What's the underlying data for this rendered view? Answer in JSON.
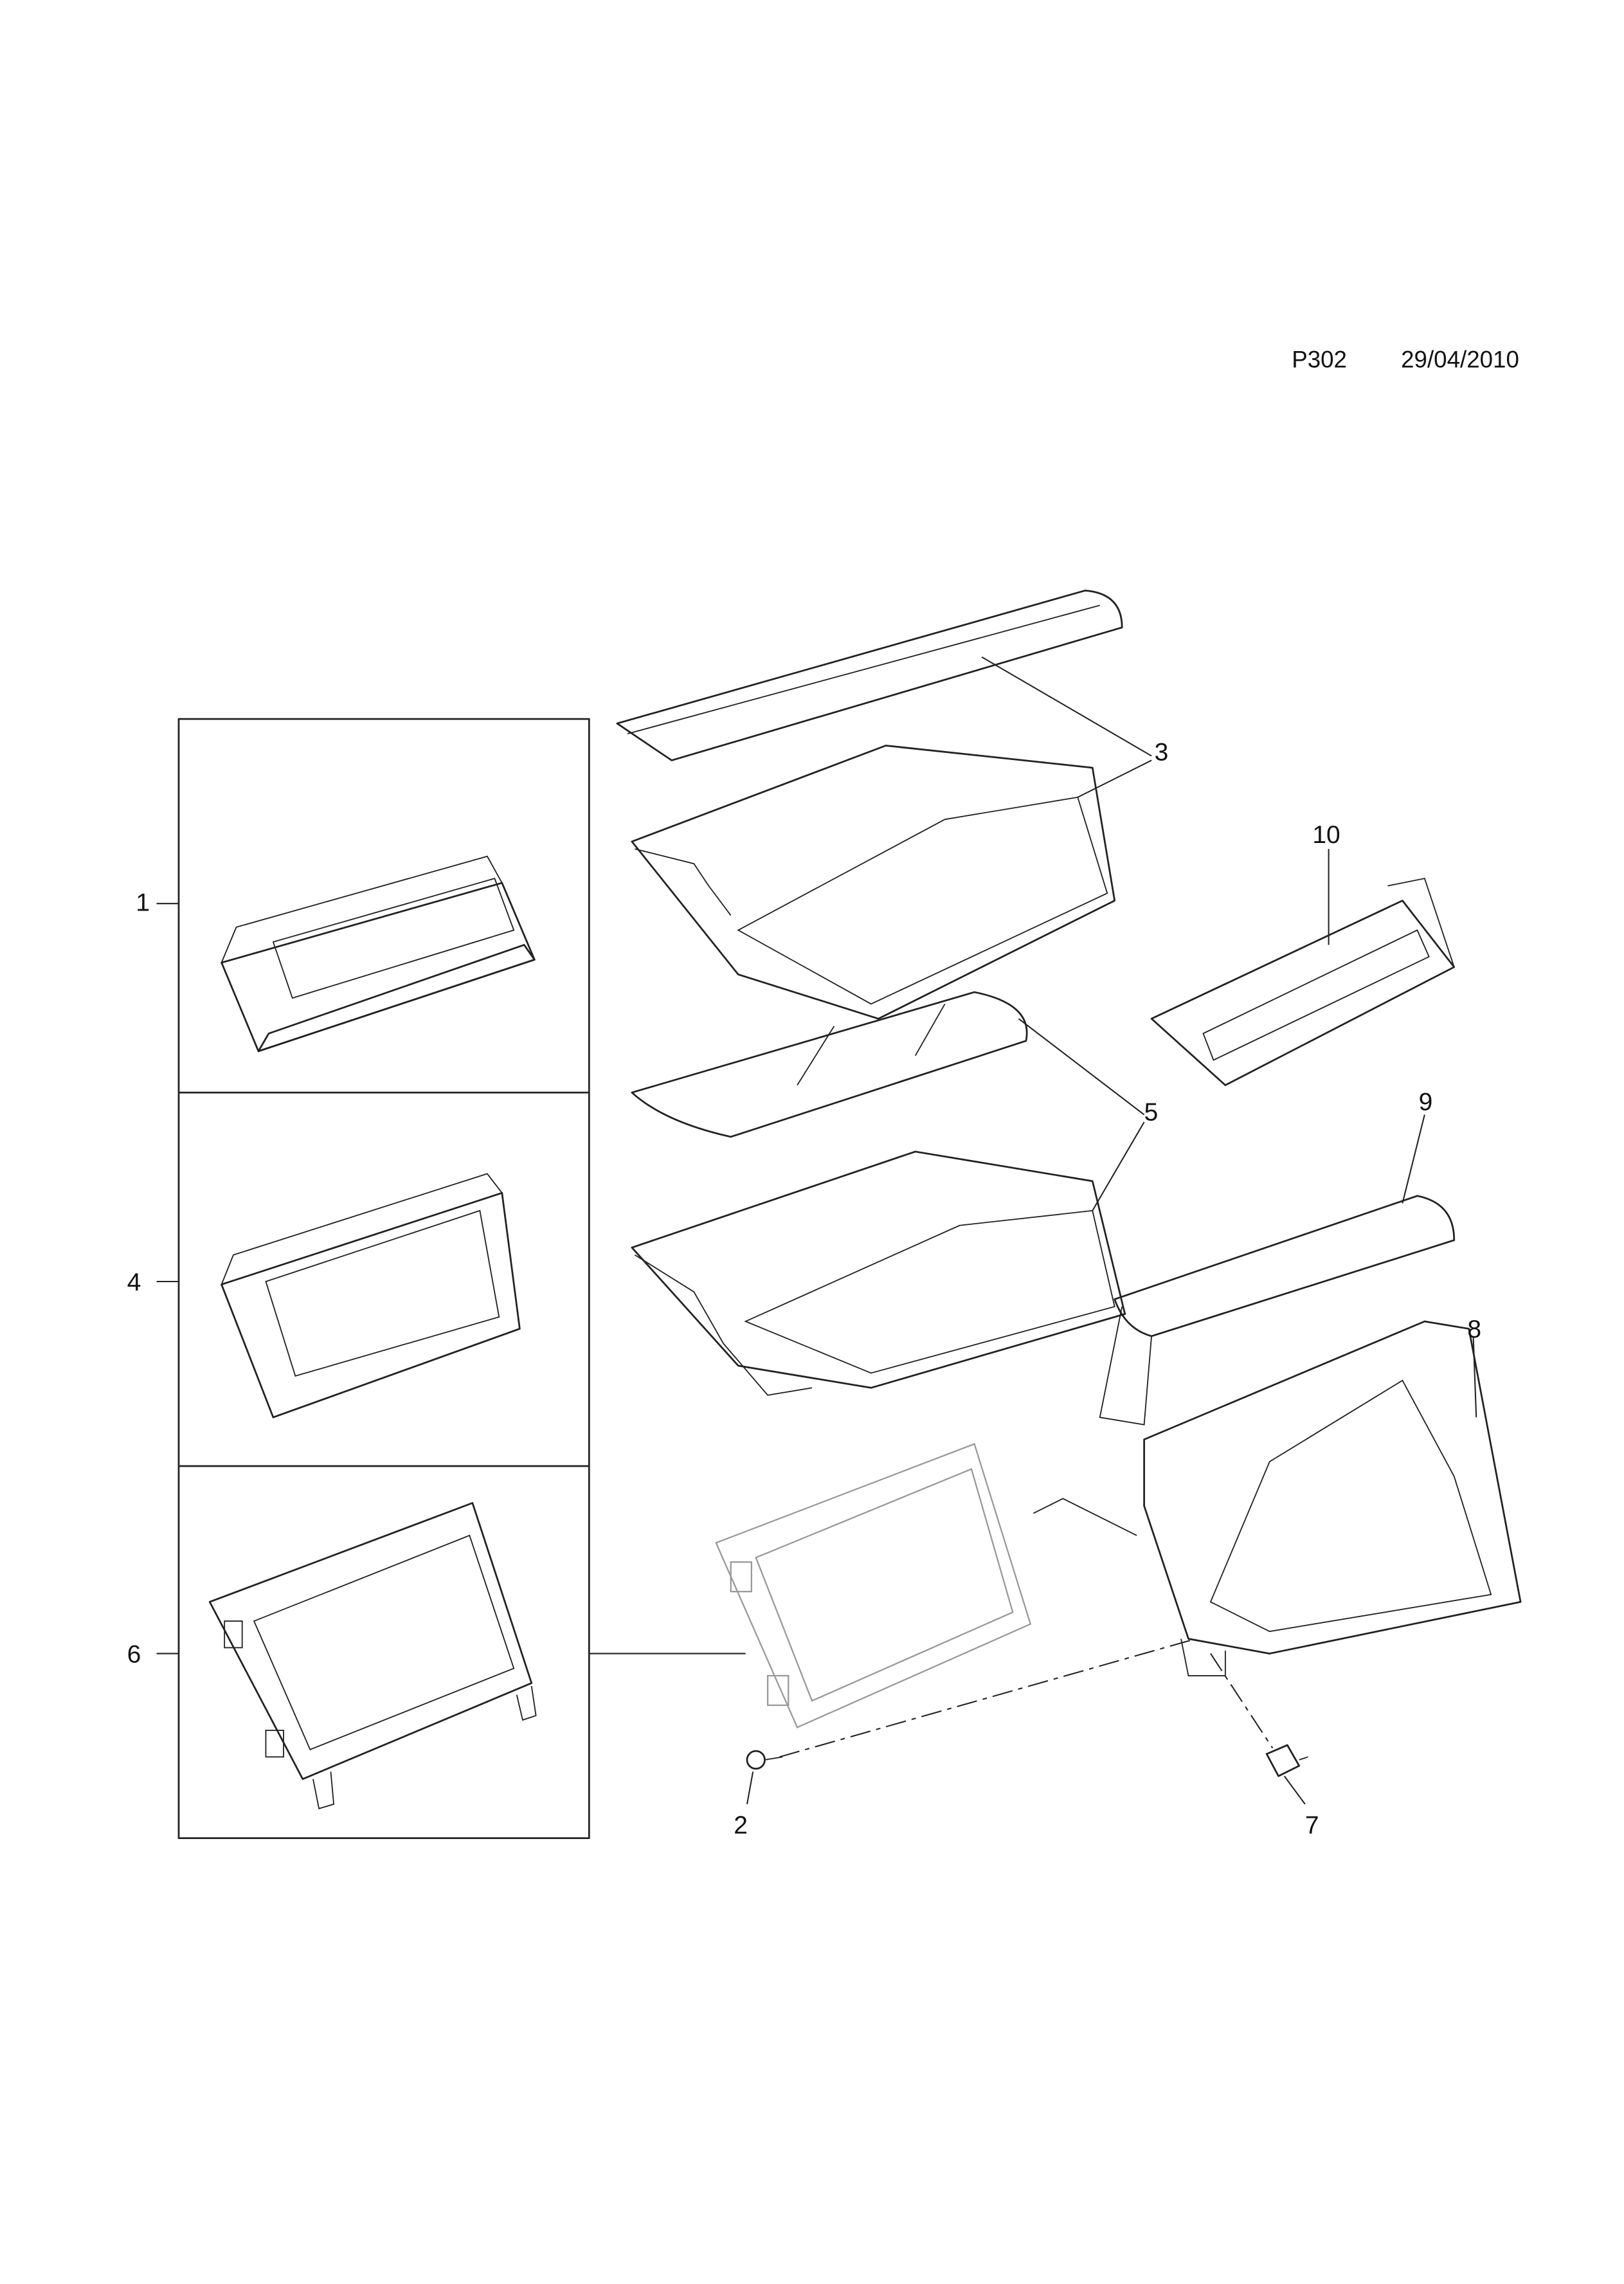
{
  "header": {
    "page_code": "P302",
    "date": "29/04/2010"
  },
  "callouts": {
    "c1": "1",
    "c2": "2",
    "c3": "3",
    "c4": "4",
    "c5": "5",
    "c6": "6",
    "c7": "7",
    "c8": "8",
    "c9": "9",
    "c10": "10"
  }
}
